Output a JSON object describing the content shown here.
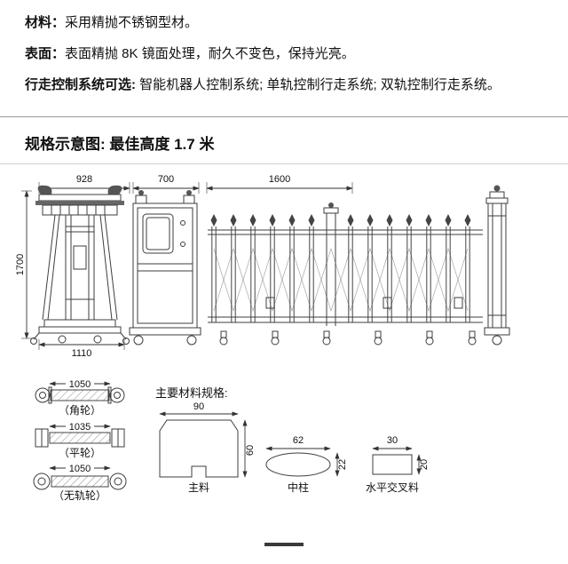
{
  "specs": [
    {
      "label": "材料：",
      "text": "采用精抛不锈钢型材。"
    },
    {
      "label": "表面：",
      "text": "表面精抛 8K 镜面处理，耐久不变色，保持光亮。"
    },
    {
      "label": "行走控制系统可选:",
      "text": " 智能机器人控制系统; 单轨控制行走系统; 双轨控制行走系统。"
    }
  ],
  "section": {
    "title": "规格示意图: 最佳高度 1.7 米"
  },
  "diagram": {
    "left_post_w": "928",
    "motor_w": "700",
    "gate_w": "1600",
    "height": "1700",
    "base_w": "1110"
  },
  "wheels": [
    {
      "dim": "1050",
      "label": "（角轮）"
    },
    {
      "dim": "1035",
      "label": "（平轮）"
    },
    {
      "dim": "1050",
      "label": "（无轨轮）"
    }
  ],
  "materials": {
    "title": "主要材料规格:",
    "items": [
      {
        "name": "主料",
        "w": "90",
        "h": "60"
      },
      {
        "name": "中柱",
        "w": "62",
        "h": "22"
      },
      {
        "name": "水平交叉料",
        "w": "30",
        "h": "20"
      }
    ]
  }
}
